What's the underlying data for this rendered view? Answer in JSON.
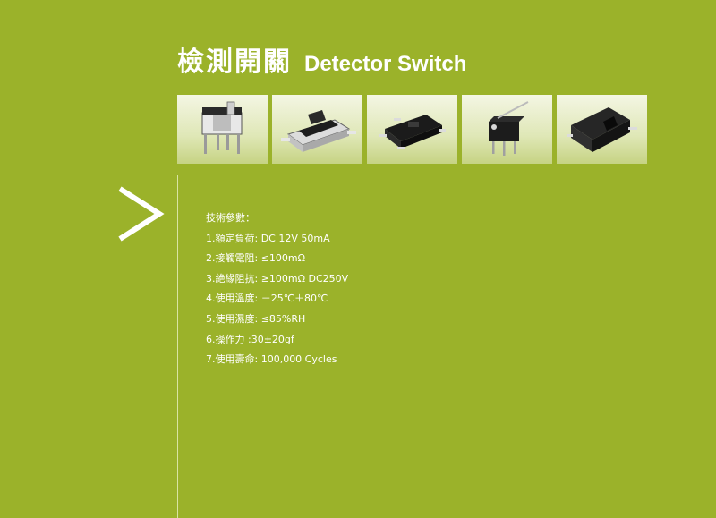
{
  "title": {
    "chinese": "檢測開關",
    "english": "Detector Switch"
  },
  "product_images": [
    {
      "icon": "tactile-detector-switch-icon"
    },
    {
      "icon": "smd-slide-detector-switch-icon"
    },
    {
      "icon": "black-smd-detector-switch-icon"
    },
    {
      "icon": "lever-detector-switch-icon"
    },
    {
      "icon": "right-angle-detector-switch-icon"
    }
  ],
  "specs": {
    "heading": "技術參數：",
    "items": [
      "1.額定負荷: DC 12V 50mA",
      "2.接觸電阻: ≤100mΩ",
      "3.絶緣阻抗: ≥100mΩ DC250V",
      "4.使用溫度: －25℃＋80℃",
      "5.使用濕度: ≤85%RH",
      "6.操作力 :30±20gf",
      "7.使用壽命: 100,000 Cycles"
    ]
  },
  "colors": {
    "background": "#9bb22a",
    "text": "#ffffff"
  }
}
